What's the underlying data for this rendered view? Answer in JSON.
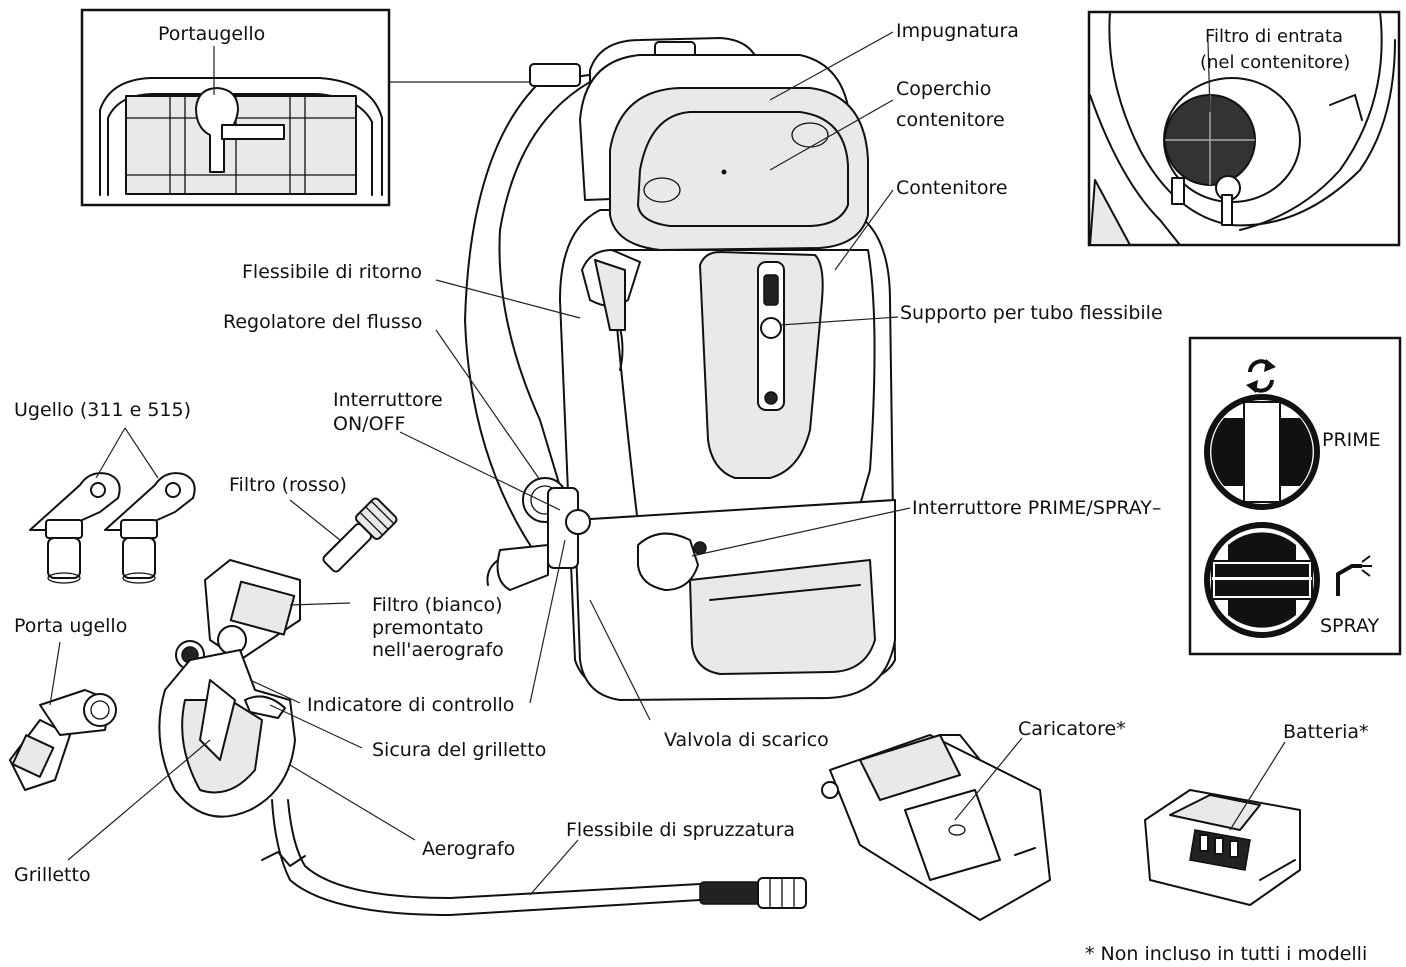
{
  "labels": {
    "portaugello": "Portaugello",
    "impugnatura": "Impugnatura",
    "coperchio_1": "Coperchio",
    "coperchio_2": "contenitore",
    "contenitore": "Contenitore",
    "filtro_entrata_1": "Filtro di entrata",
    "filtro_entrata_2": "(nel contenitore)",
    "flessibile_ritorno": "Flessibile di ritorno",
    "regolatore_flusso": "Regolatore del flusso",
    "supporto_tubo": "Supporto per tubo flessibile",
    "interruttore_onoff_1": "Interruttore",
    "interruttore_onoff_2": "ON/OFF",
    "ugello": "Ugello (311 e 515)",
    "filtro_rosso": "Filtro (rosso)",
    "prime_spray_switch": "Interruttore PRIME/SPRAY–",
    "prime": "PRIME",
    "spray": "SPRAY",
    "porta_ugello": "Porta ugello",
    "filtro_bianco_1": "Filtro (bianco)",
    "filtro_bianco_2": "premontato",
    "filtro_bianco_3": "nell'aerografo",
    "indicatore_controllo": "Indicatore di controllo",
    "sicura_grilletto": "Sicura del grilletto",
    "valvola_scarico": "Valvola di scarico",
    "caricatore": "Caricatore*",
    "batteria": "Batteria*",
    "aerografo": "Aerografo",
    "flessibile_spruzzatura": "Flessibile di spruzzatura",
    "grilletto": "Grilletto",
    "footnote": "* Non incluso in tutti i modelli"
  },
  "icons": {
    "prime_icon": "recirculate-arrows-icon",
    "spray_icon": "spray-gun-icon"
  }
}
